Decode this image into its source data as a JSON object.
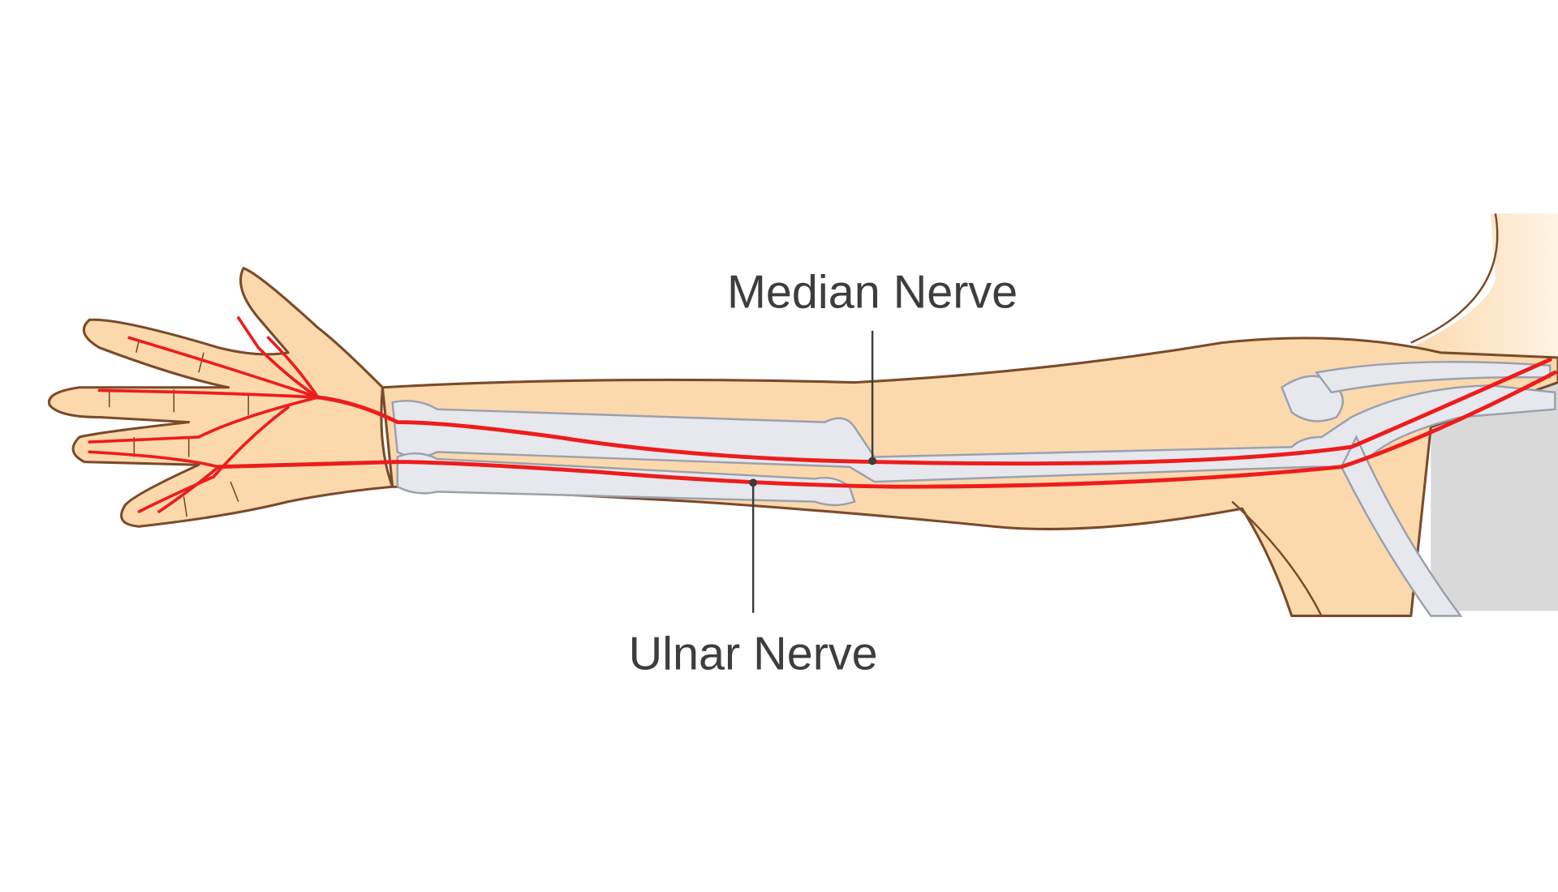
{
  "title": "Arm nerves diagram",
  "labels": {
    "median": "Median Nerve",
    "ulnar": "Ulnar Nerve"
  },
  "colors": {
    "nerve": "#ee1c1c",
    "skin": "#fbd9ad",
    "outline": "#7a4a2a",
    "bone": "#e6e8ee",
    "body": "#d9d9d9",
    "label": "#3d3d3d"
  }
}
